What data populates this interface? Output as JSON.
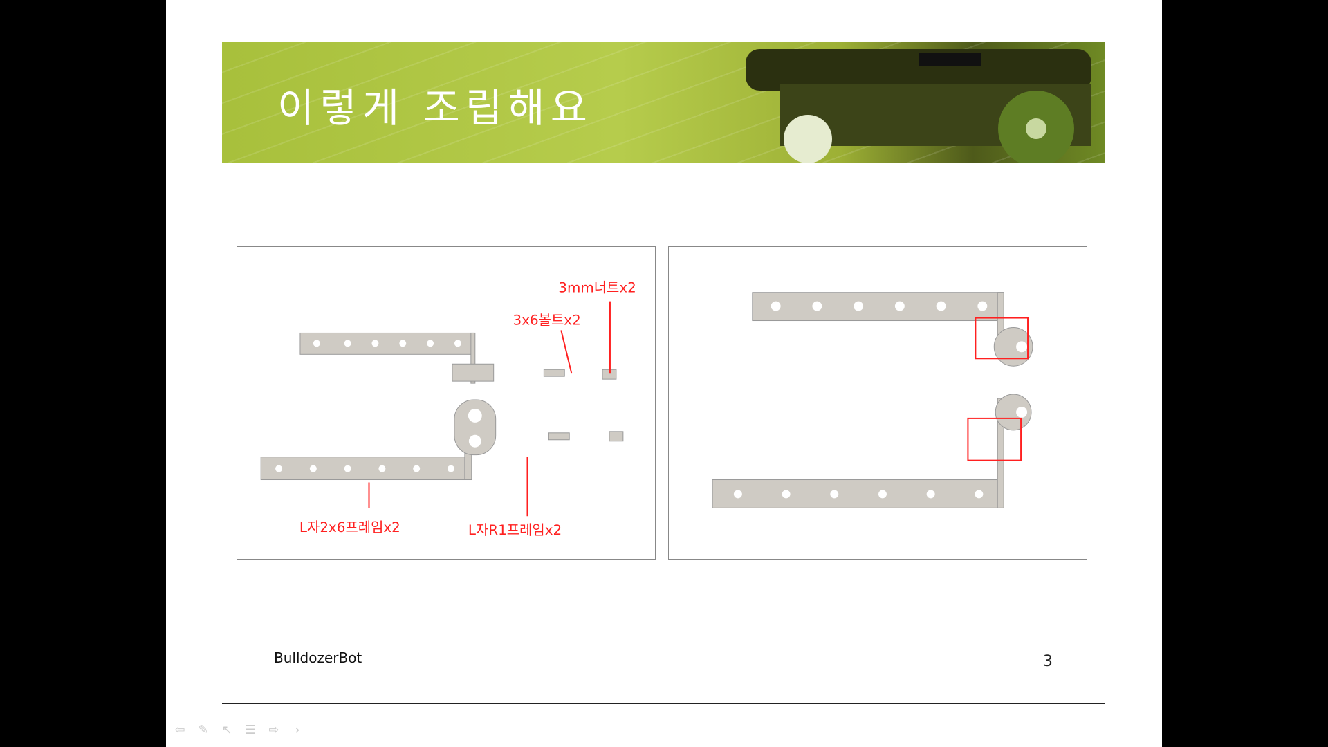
{
  "slide": {
    "title": "이렇게 조립해요",
    "footer": "BulldozerBot",
    "page_number": "3",
    "left_photo_labels": {
      "nut": "3mm너트x2",
      "bolt": "3x6볼트x2",
      "frame_2x6": "L자2x6프레임x2",
      "frame_r1": "L자R1프레임x2"
    }
  },
  "controls": {
    "icons": [
      "prev-arrow-icon",
      "pen-icon",
      "pointer-icon",
      "menu-icon",
      "next-arrow-icon",
      "chevron-right-icon"
    ]
  },
  "colors": {
    "label_red": "#ff2020",
    "header_green": "#a8c03c"
  }
}
